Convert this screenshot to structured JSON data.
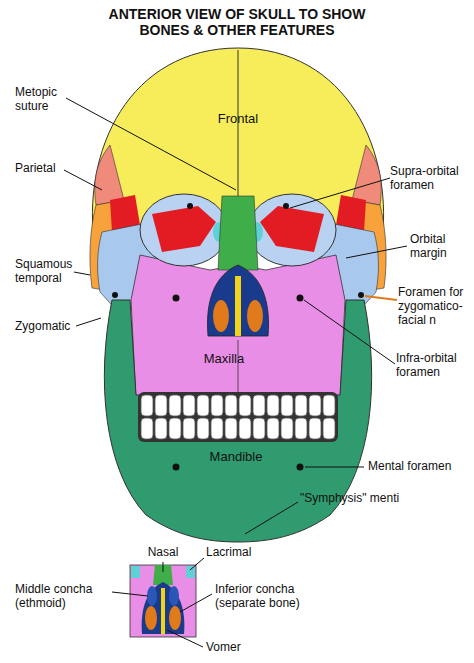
{
  "diagram": {
    "title": "ANTERIOR VIEW OF SKULL TO SHOW BONES & OTHER FEATURES",
    "labels": [
      "Metopic suture",
      "Frontal",
      "Parietal",
      "Supra-orbital foramen",
      "Squamous temporal",
      "Orbital margin",
      "Zygomatic",
      "Foramen for zygomatico-facial n",
      "Maxilla",
      "Infra-orbital foramen",
      "Mandible",
      "Mental foramen",
      "\"Symphysis\" menti",
      "Nasal",
      "Lacrimal",
      "Middle concha (ethmoid)",
      "Inferior concha (separate bone)",
      "Vomer"
    ]
  }
}
